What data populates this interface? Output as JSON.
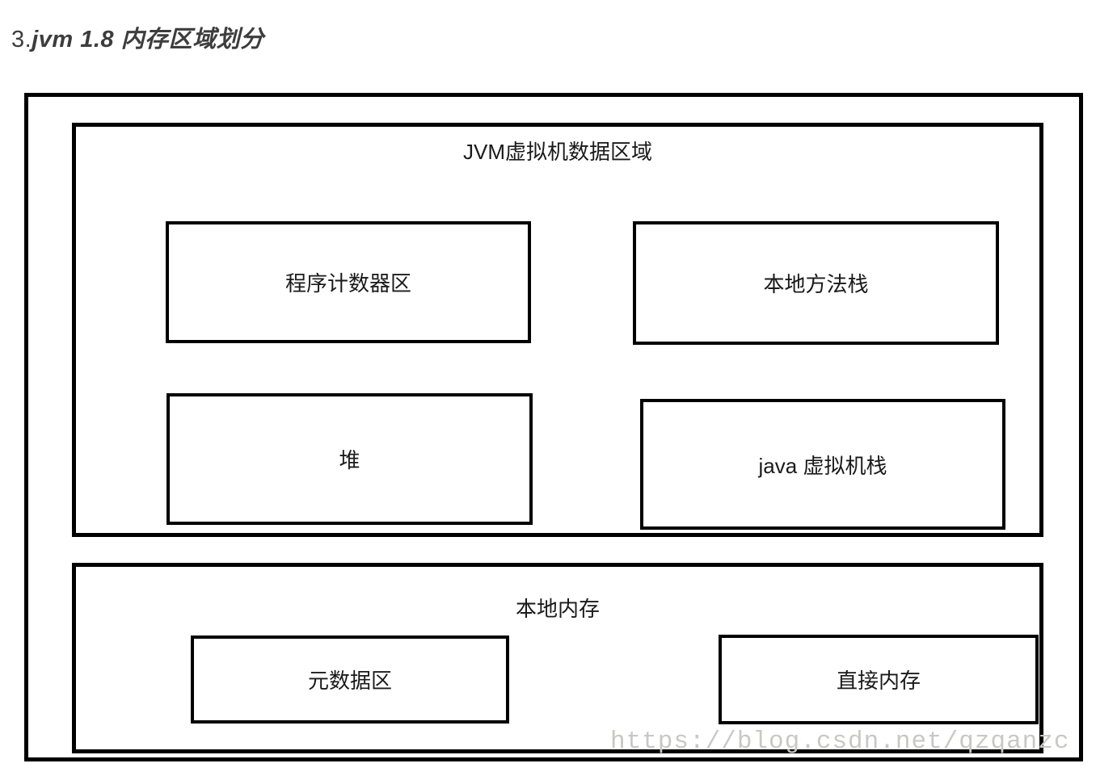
{
  "page": {
    "title_prefix": "3.",
    "title_main": "jvm 1.8 内存区域划分"
  },
  "diagram": {
    "jvm_area": {
      "title": "JVM虚拟机数据区域",
      "boxes": [
        {
          "label": "程序计数器区"
        },
        {
          "label": "本地方法栈"
        },
        {
          "label": "堆"
        },
        {
          "label": "java 虚拟机栈"
        }
      ]
    },
    "native_memory_area": {
      "title": "本地内存",
      "boxes": [
        {
          "label": "元数据区"
        },
        {
          "label": "直接内存"
        }
      ]
    },
    "watermark": "https://blog.csdn.net/qzqanzc"
  },
  "colors": {
    "background": "#ffffff",
    "border": "#000000",
    "text": "#1a1a1a",
    "heading": "#3d3d3d",
    "watermark": "#c8c8c4"
  }
}
